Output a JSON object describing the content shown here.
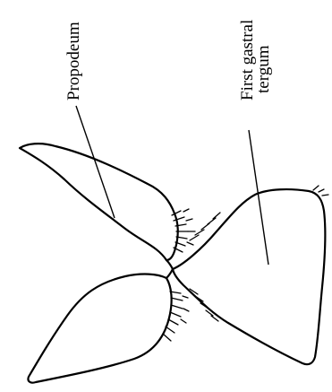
{
  "labels": {
    "propodeum": "Propodeum",
    "first_gastral_tergum_line1": "First gastral",
    "first_gastral_tergum_line2": "tergum"
  }
}
